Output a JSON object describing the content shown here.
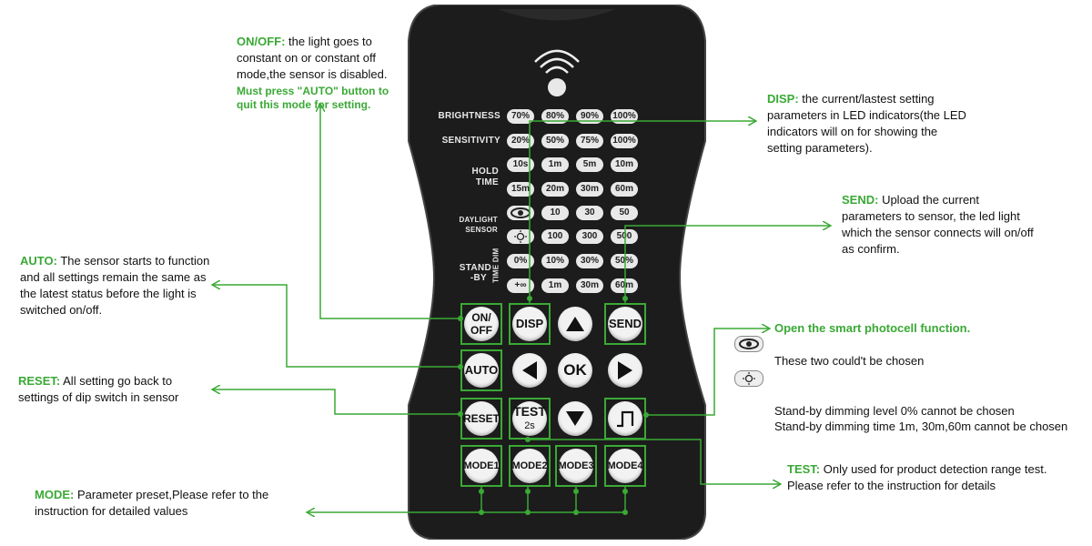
{
  "notes": {
    "onoff": {
      "kw": "ON/OFF:",
      "text": " the light goes to constant on or constant off mode,the sensor is disabled.",
      "warn": "Must press \"AUTO\" button to quit this mode for setting."
    },
    "disp": {
      "kw": "DISP:",
      "text": " the current/lastest setting parameters in LED indicators(the LED indicators will on for showing the setting parameters)."
    },
    "send": {
      "kw": "SEND:",
      "text": " Upload the current parameters to sensor, the led light which the sensor connects will on/off as confirm."
    },
    "auto": {
      "kw": "AUTO:",
      "text": " The sensor starts to function and all settings remain the same as the latest status before the light is switched on/off."
    },
    "reset": {
      "kw": "RESET:",
      "text": " All setting go back to settings of dip switch in sensor"
    },
    "mode": {
      "kw": "MODE:",
      "text": " Parameter preset,Please refer to the instruction for detailed values"
    },
    "test": {
      "kw": "TEST:",
      "text": " Only used for product detection range test. Please refer to the instruction for details"
    },
    "photocell": "Open the smart photocell function.",
    "cannot": "These two could't be chosen",
    "standby1": "Stand-by dimming level 0% cannot be chosen",
    "standby2": "Stand-by dimming time 1m, 30m,60m cannot be chosen"
  },
  "remote": {
    "labels": {
      "brightness": "BRIGHTNESS",
      "sensitivity": "SENSITIVITY",
      "hold1": "HOLD",
      "hold2": "TIME",
      "day1": "DAYLIGHT",
      "day2": "SENSOR",
      "stand1": "STAND",
      "stand2": "-BY",
      "timedim": "TIME DIM"
    },
    "brightness": [
      "70%",
      "80%",
      "90%",
      "100%"
    ],
    "sensitivity": [
      "20%",
      "50%",
      "75%",
      "100%"
    ],
    "hold_row1": [
      "10s",
      "1m",
      "5m",
      "10m"
    ],
    "hold_row2": [
      "15m",
      "20m",
      "30m",
      "60m"
    ],
    "day_row1": [
      "10",
      "30",
      "50"
    ],
    "day_row2": [
      "100",
      "300",
      "500"
    ],
    "stand_row1": [
      "0%",
      "10%",
      "30%",
      "50%"
    ],
    "stand_row2": [
      "+∞",
      "1m",
      "30m",
      "60m"
    ],
    "buttons": {
      "onoff1": "ON/",
      "onoff2": "OFF",
      "disp": "DISP",
      "send": "SEND",
      "auto": "AUTO",
      "ok": "OK",
      "reset": "RESET",
      "test": "TEST",
      "test_sub": "2s",
      "mode1": "MODE1",
      "mode2": "MODE2",
      "mode3": "MODE3",
      "mode4": "MODE4"
    }
  },
  "colors": {
    "accent": "#3aa935",
    "remote_body": "#1b1b1b"
  }
}
